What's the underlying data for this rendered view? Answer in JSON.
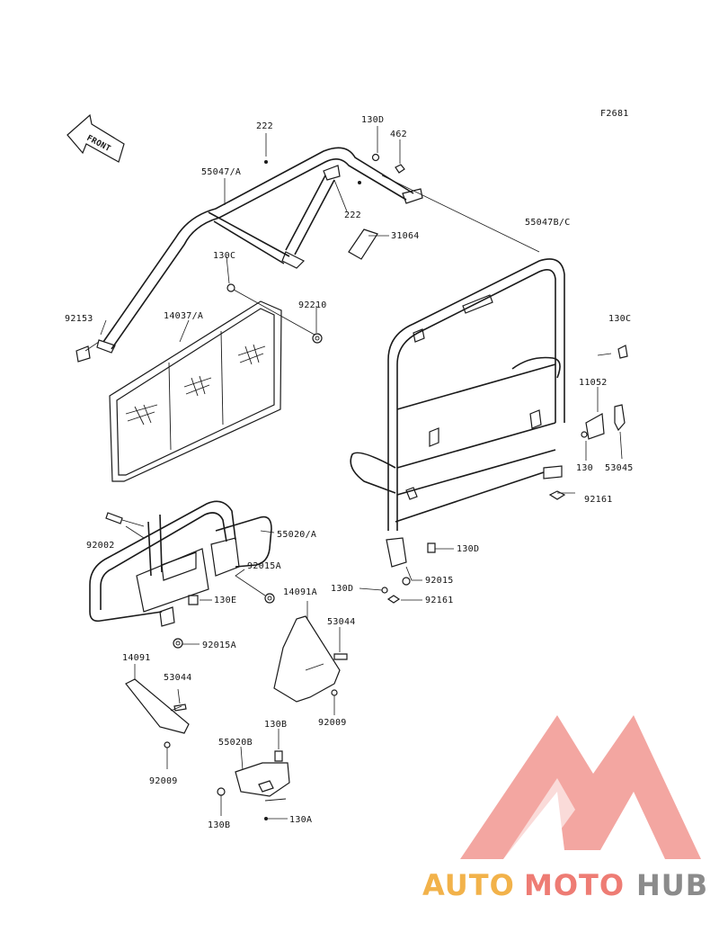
{
  "figure_code": "F2681",
  "front_marker": "FRONT",
  "labels": {
    "p222a": "222",
    "p130d_top": "130D",
    "p462": "462",
    "p55047a": "55047/A",
    "p222b": "222",
    "p31064": "31064",
    "p55047bc": "55047B/C",
    "p130c_left": "130C",
    "p92210": "92210",
    "p92153": "92153",
    "p14037a": "14037/A",
    "p130c_right": "130C",
    "p11052": "11052",
    "p130": "130",
    "p53045": "53045",
    "p92161_right": "92161",
    "p92002": "92002",
    "p55020a": "55020/A",
    "p130d_mid": "130D",
    "p92015a_1": "92015A",
    "p92015": "92015",
    "p130e": "130E",
    "p14091a": "14091A",
    "p130d_low": "130D",
    "p92161_low": "92161",
    "p92015a_2": "92015A",
    "p53044_right": "53044",
    "p14091": "14091",
    "p53044_left": "53044",
    "p92009_right": "92009",
    "p130b_top": "130B",
    "p55020b": "55020B",
    "p92009_left": "92009",
    "p130b_low": "130B",
    "p130a": "130A"
  },
  "watermark": {
    "part1": "AUTO",
    "part2": "MOTO",
    "part3": "HUB",
    "colors": {
      "part1": "#f2b24a",
      "part2": "#ee7c74",
      "part3": "#8b8b8b",
      "triangle": "#f08b85"
    }
  }
}
